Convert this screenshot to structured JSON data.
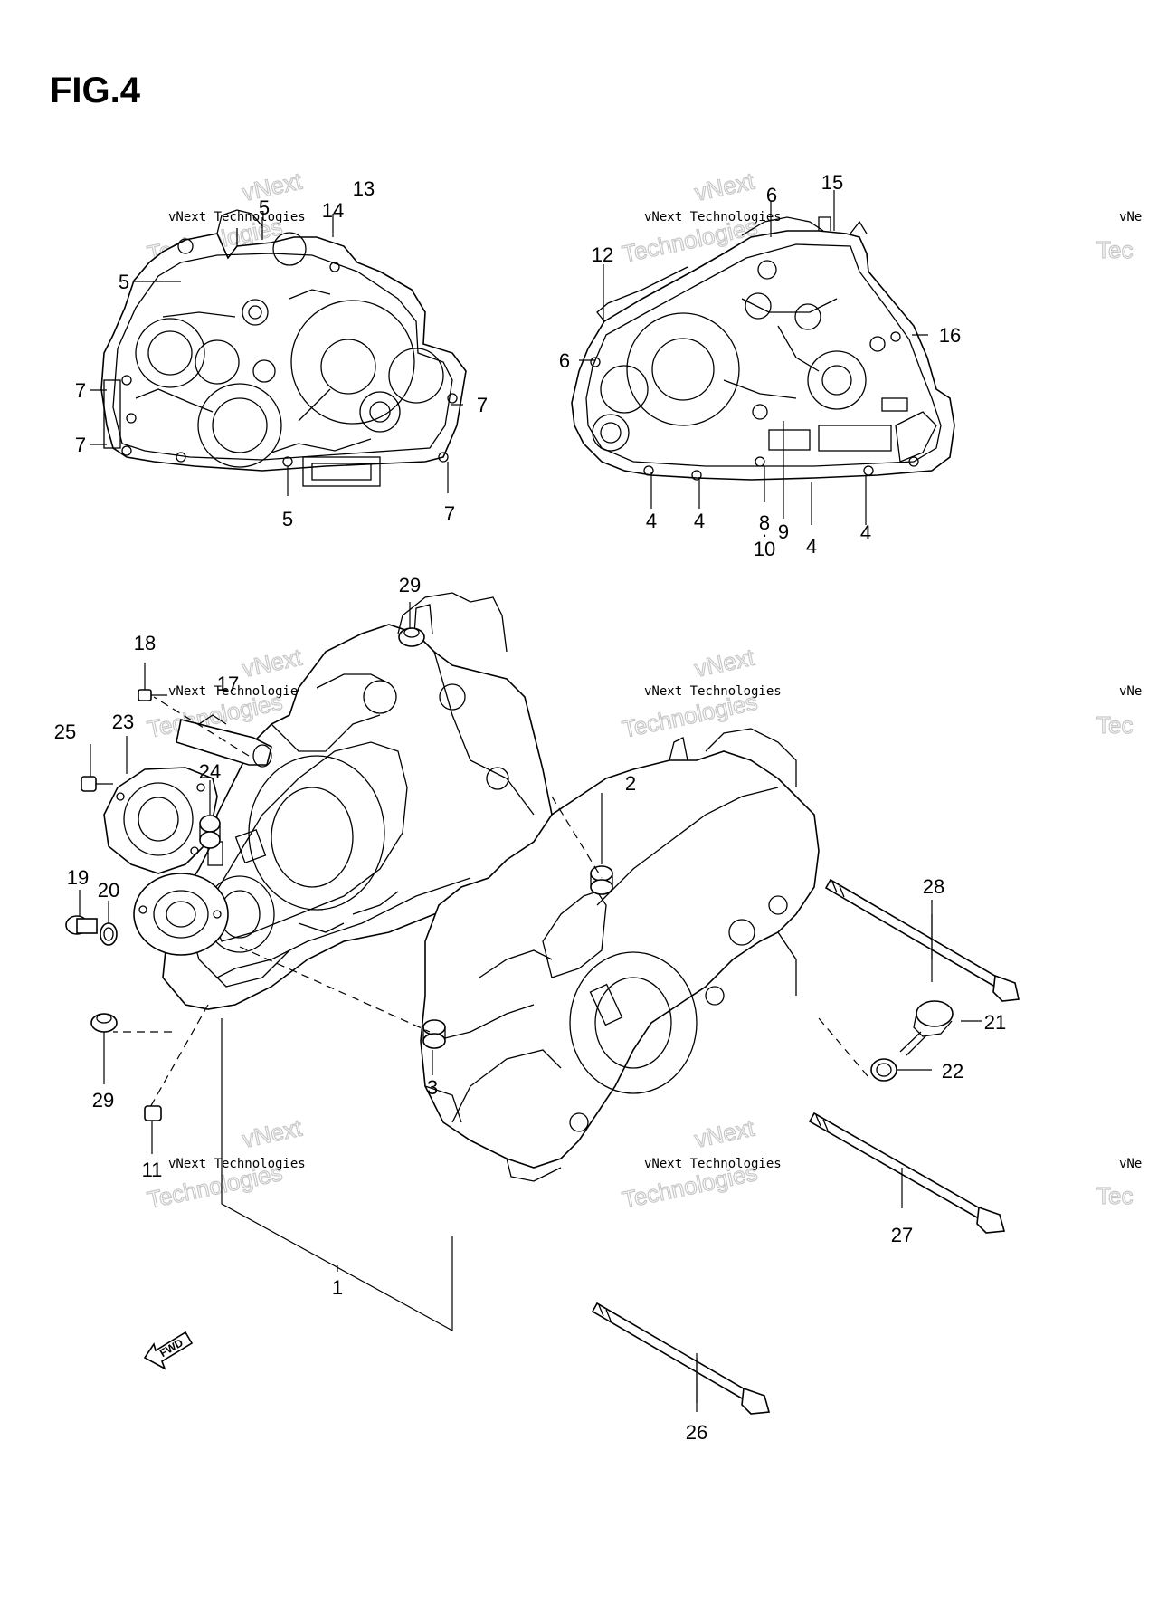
{
  "figure": {
    "title": "FIG.4",
    "fwd_label": "FWD"
  },
  "watermark": {
    "line1": "vNext",
    "line2": "vNext Technologies",
    "line3": "Technologies",
    "partial_line1": "vNe",
    "partial_line3": "Tec"
  },
  "callouts": {
    "c1": "1",
    "c2": "2",
    "c3": "3",
    "c4": "4",
    "c5": "5",
    "c6": "6",
    "c7": "7",
    "c8": "8",
    "c9": "9",
    "c10": "10",
    "c11": "11",
    "c12": "12",
    "c13": "13",
    "c14": "14",
    "c15": "15",
    "c16": "16",
    "c17": "17",
    "c18": "18",
    "c19": "19",
    "c20": "20",
    "c21": "21",
    "c22": "22",
    "c23": "23",
    "c24": "24",
    "c25": "25",
    "c26": "26",
    "c27": "27",
    "c28": "28",
    "c29": "29",
    "dot": "·"
  },
  "colors": {
    "line": "#000000",
    "watermark": "#c8c8c8",
    "background": "#ffffff"
  }
}
